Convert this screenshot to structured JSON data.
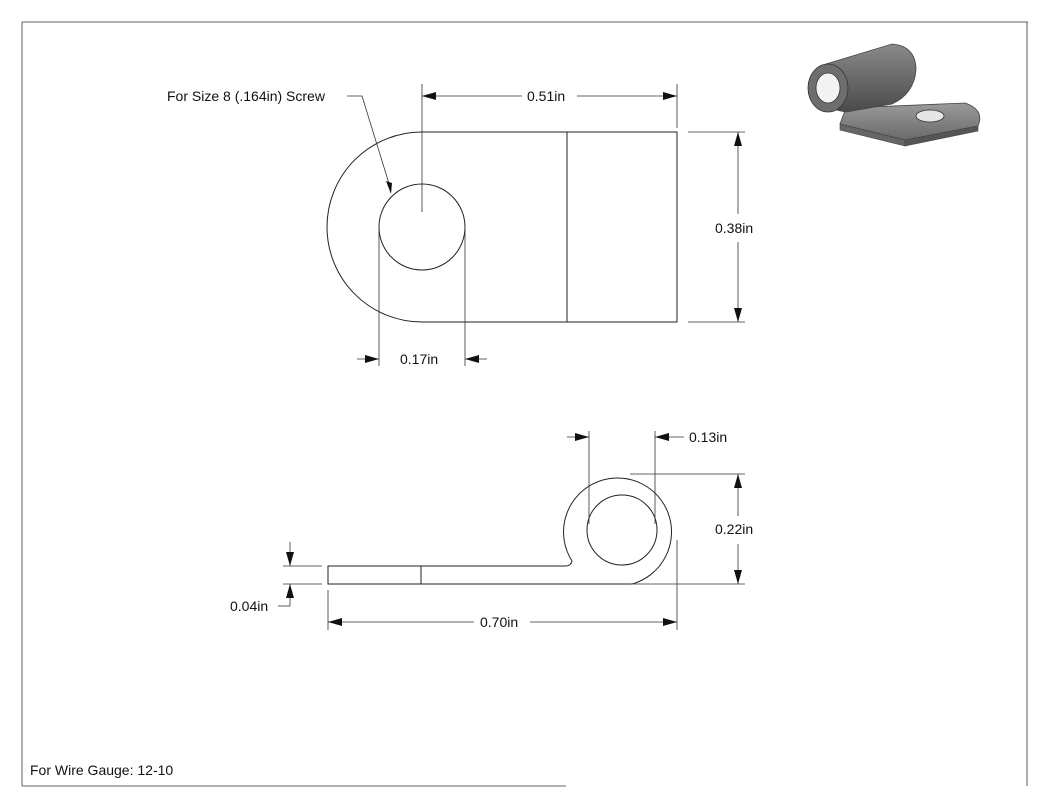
{
  "drawing": {
    "screw_note": "For Size 8 (.164in) Screw",
    "wire_gauge_note": "For Wire Gauge: 12-10",
    "dimensions": {
      "top_length": "0.51in",
      "height": "0.38in",
      "hole_diameter": "0.17in",
      "loop_inner": "0.13in",
      "loop_height": "0.22in",
      "thickness": "0.04in",
      "overall_length": "0.70in"
    },
    "colors": {
      "line": "#222222",
      "part_dark": "#555555",
      "part_mid": "#7a7a7a",
      "part_light": "#9a9a9a"
    }
  }
}
